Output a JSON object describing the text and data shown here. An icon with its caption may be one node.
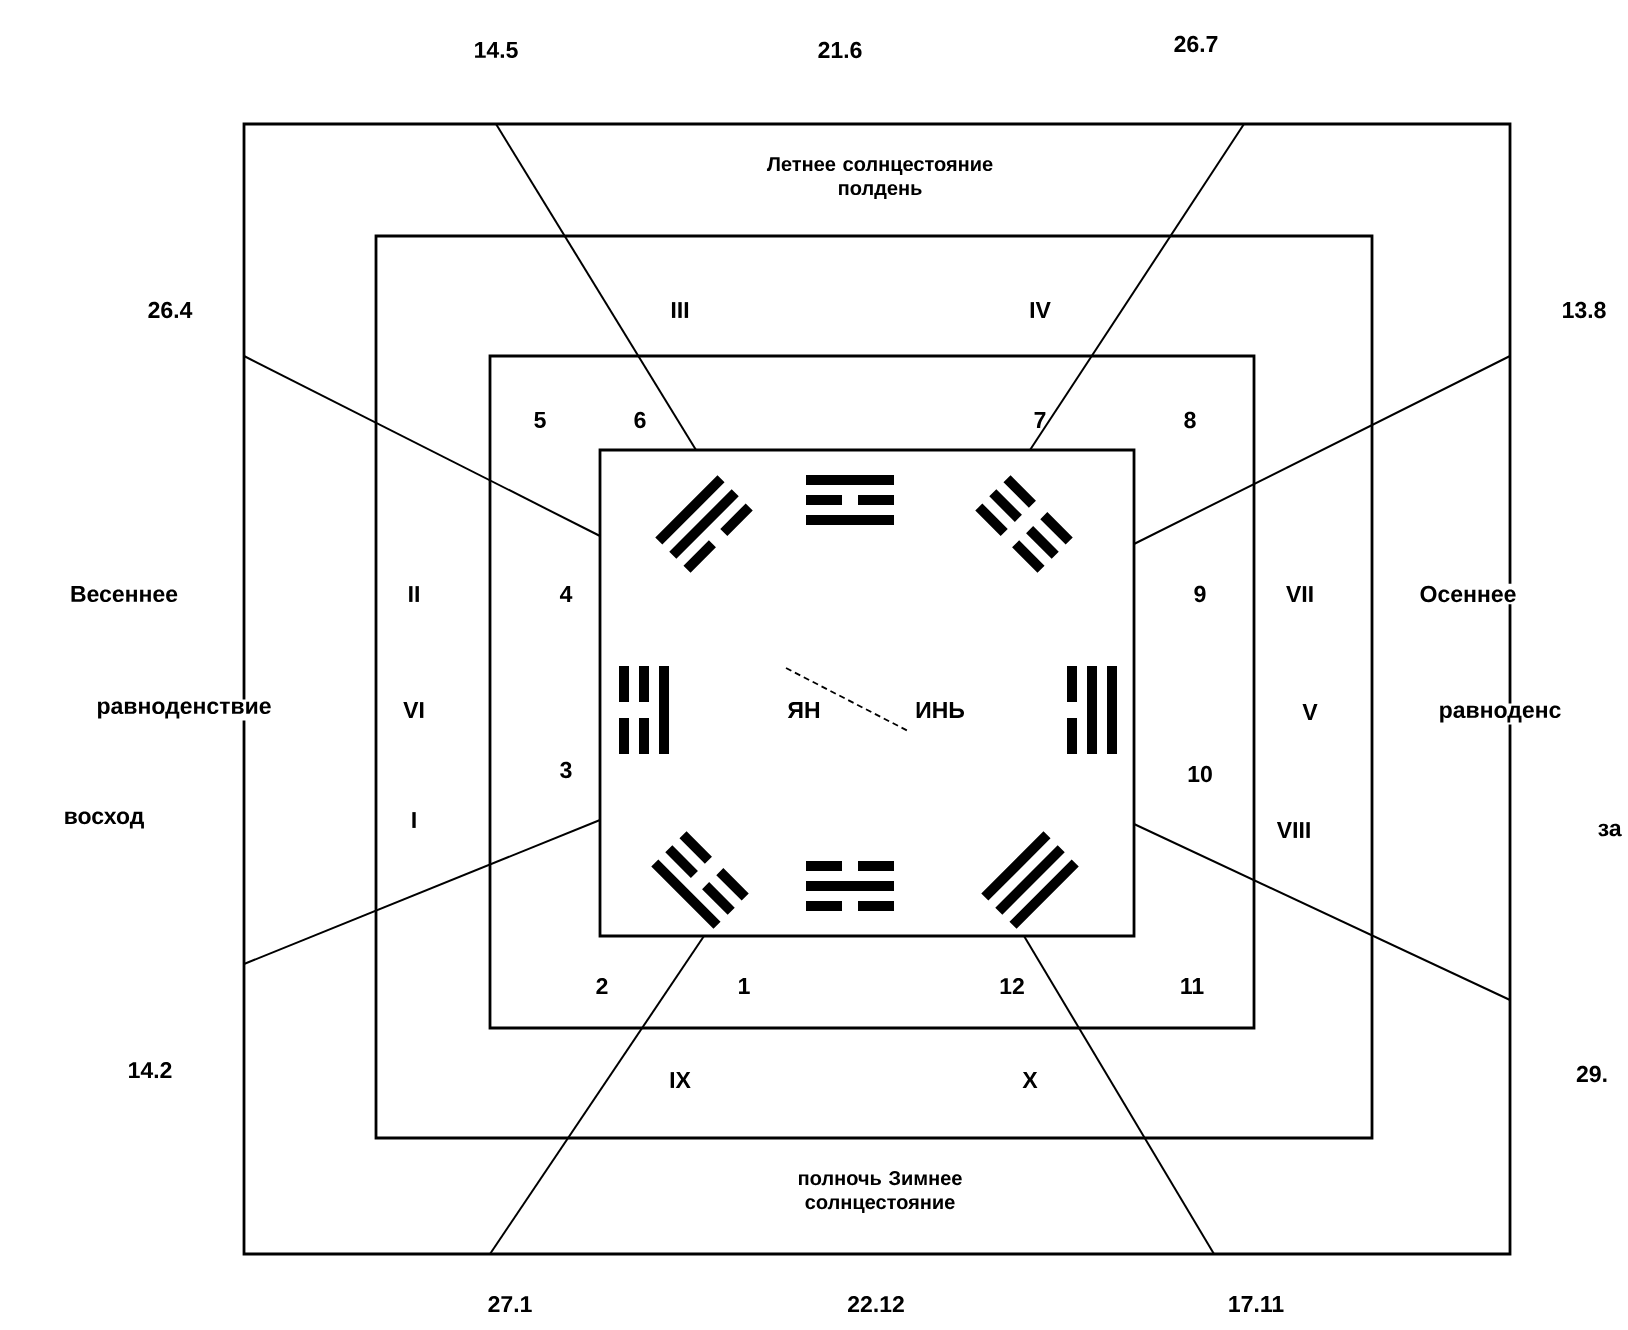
{
  "diagram": {
    "nodes": [
      {
        "text": [
          "Летнее солнцестояние полдень",
          "полночь Зимнее солнцестояние"
        ]
      },
      {
        "text": [
          "III",
          "IV",
          "II",
          "VII",
          "VI",
          "V",
          "I",
          "VIII",
          "IX",
          "X"
        ],
        "in": 0
      },
      {
        "text": [
          "5",
          "6",
          "7",
          "8",
          "4",
          "9",
          "3",
          "10",
          "2",
          "1",
          "12",
          "11"
        ],
        "in": 1
      },
      {
        "text": [
          "ЯН",
          "ИНЬ"
        ],
        "in": 2
      }
    ],
    "labels": [
      "14.5",
      "21.6",
      "26.7",
      "26.4",
      "13.8",
      "Весеннее",
      "Осеннее",
      "равноденствие",
      "равноденс",
      "восход",
      "за",
      "14.2",
      "29.",
      "27.1",
      "22.12",
      "17.11"
    ]
  }
}
